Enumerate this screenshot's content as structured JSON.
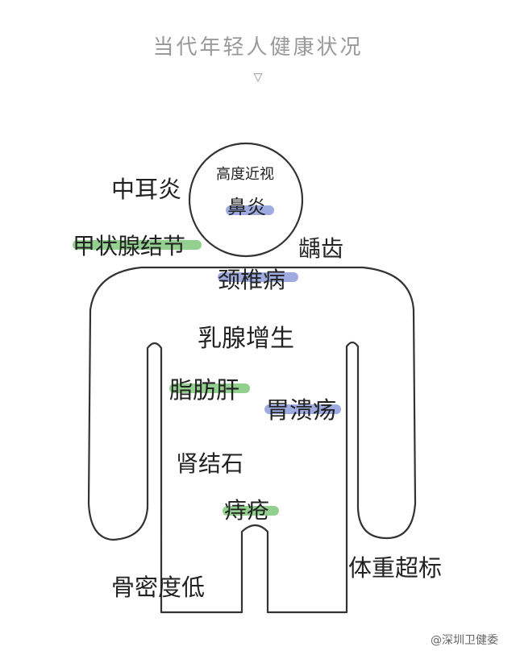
{
  "header": {
    "title": "当代年轻人健康状况",
    "arrow": "▽"
  },
  "labels": {
    "myopia": "高度近视",
    "rhinitis": "鼻炎",
    "otitis": "中耳炎",
    "thyroid": "甲状腺结节",
    "caries": "龋齿",
    "cervical": "颈椎病",
    "breast": "乳腺增生",
    "fatty_liver": "脂肪肝",
    "ulcer": "胃溃疡",
    "kidney_stone": "肾结石",
    "hemorrhoids": "痔疮",
    "bone_density": "骨密度低",
    "overweight": "体重超标"
  },
  "watermark": "@深圳卫健委",
  "colors": {
    "green_highlight": "#6fbf6a",
    "blue_highlight": "#7c8fd6",
    "outline": "#333333"
  }
}
